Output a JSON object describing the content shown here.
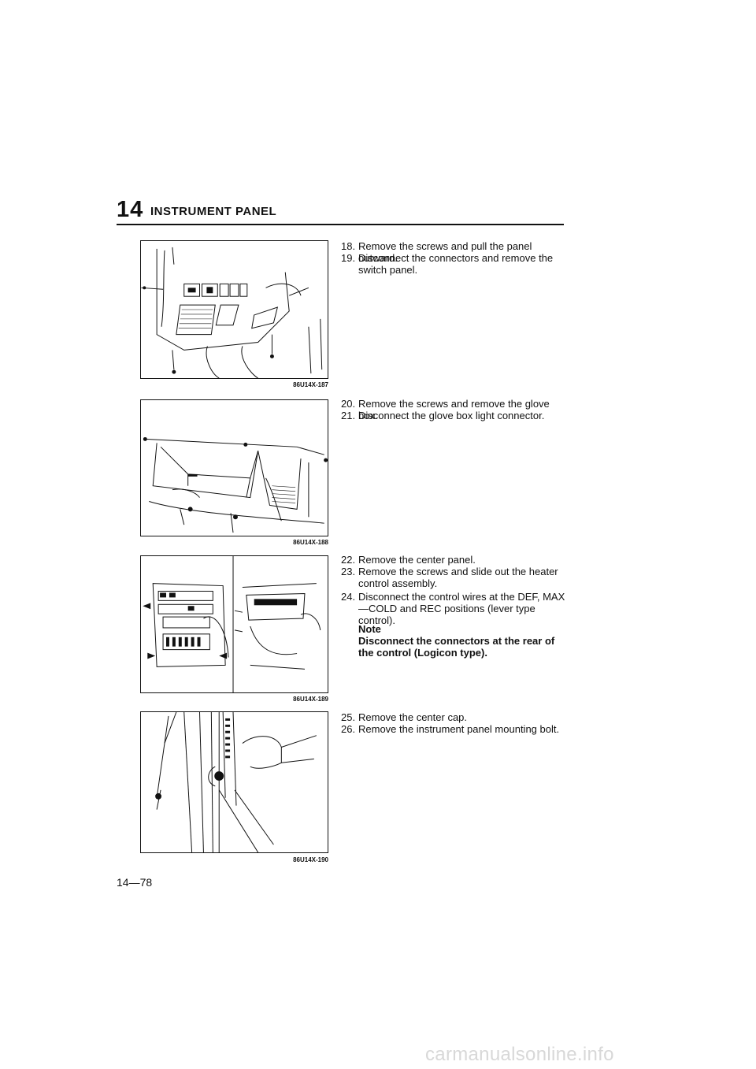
{
  "header": {
    "chapter": "14",
    "title": "INSTRUMENT PANEL"
  },
  "figures": [
    {
      "code": "86U14X-187"
    },
    {
      "code": "86U14X-188"
    },
    {
      "code": "86U14X-189"
    },
    {
      "code": "86U14X-190"
    }
  ],
  "steps": [
    {
      "num": "18.",
      "text": "Remove the screws and pull the panel outward."
    },
    {
      "num": "19.",
      "text": "Disconnect the connectors and remove the switch panel."
    },
    {
      "num": "20.",
      "text": "Remove the screws and remove the glove box."
    },
    {
      "num": "21.",
      "text": "Disconnect the glove box light connector."
    },
    {
      "num": "22.",
      "text": "Remove the center panel."
    },
    {
      "num": "23.",
      "text": "Remove the screws and slide out the heater control assembly."
    },
    {
      "num": "24.",
      "text": "Disconnect the control wires at the DEF, MAX—COLD and REC positions (lever type control)."
    },
    {
      "num": "25.",
      "text": "Remove the center cap."
    },
    {
      "num": "26.",
      "text": "Remove the instrument panel mounting bolt."
    }
  ],
  "note": {
    "title": "Note",
    "text": "Disconnect the connectors at the rear of the control (Logicon type)."
  },
  "page_number": "14—78",
  "watermark": "carmanualsonline.info"
}
